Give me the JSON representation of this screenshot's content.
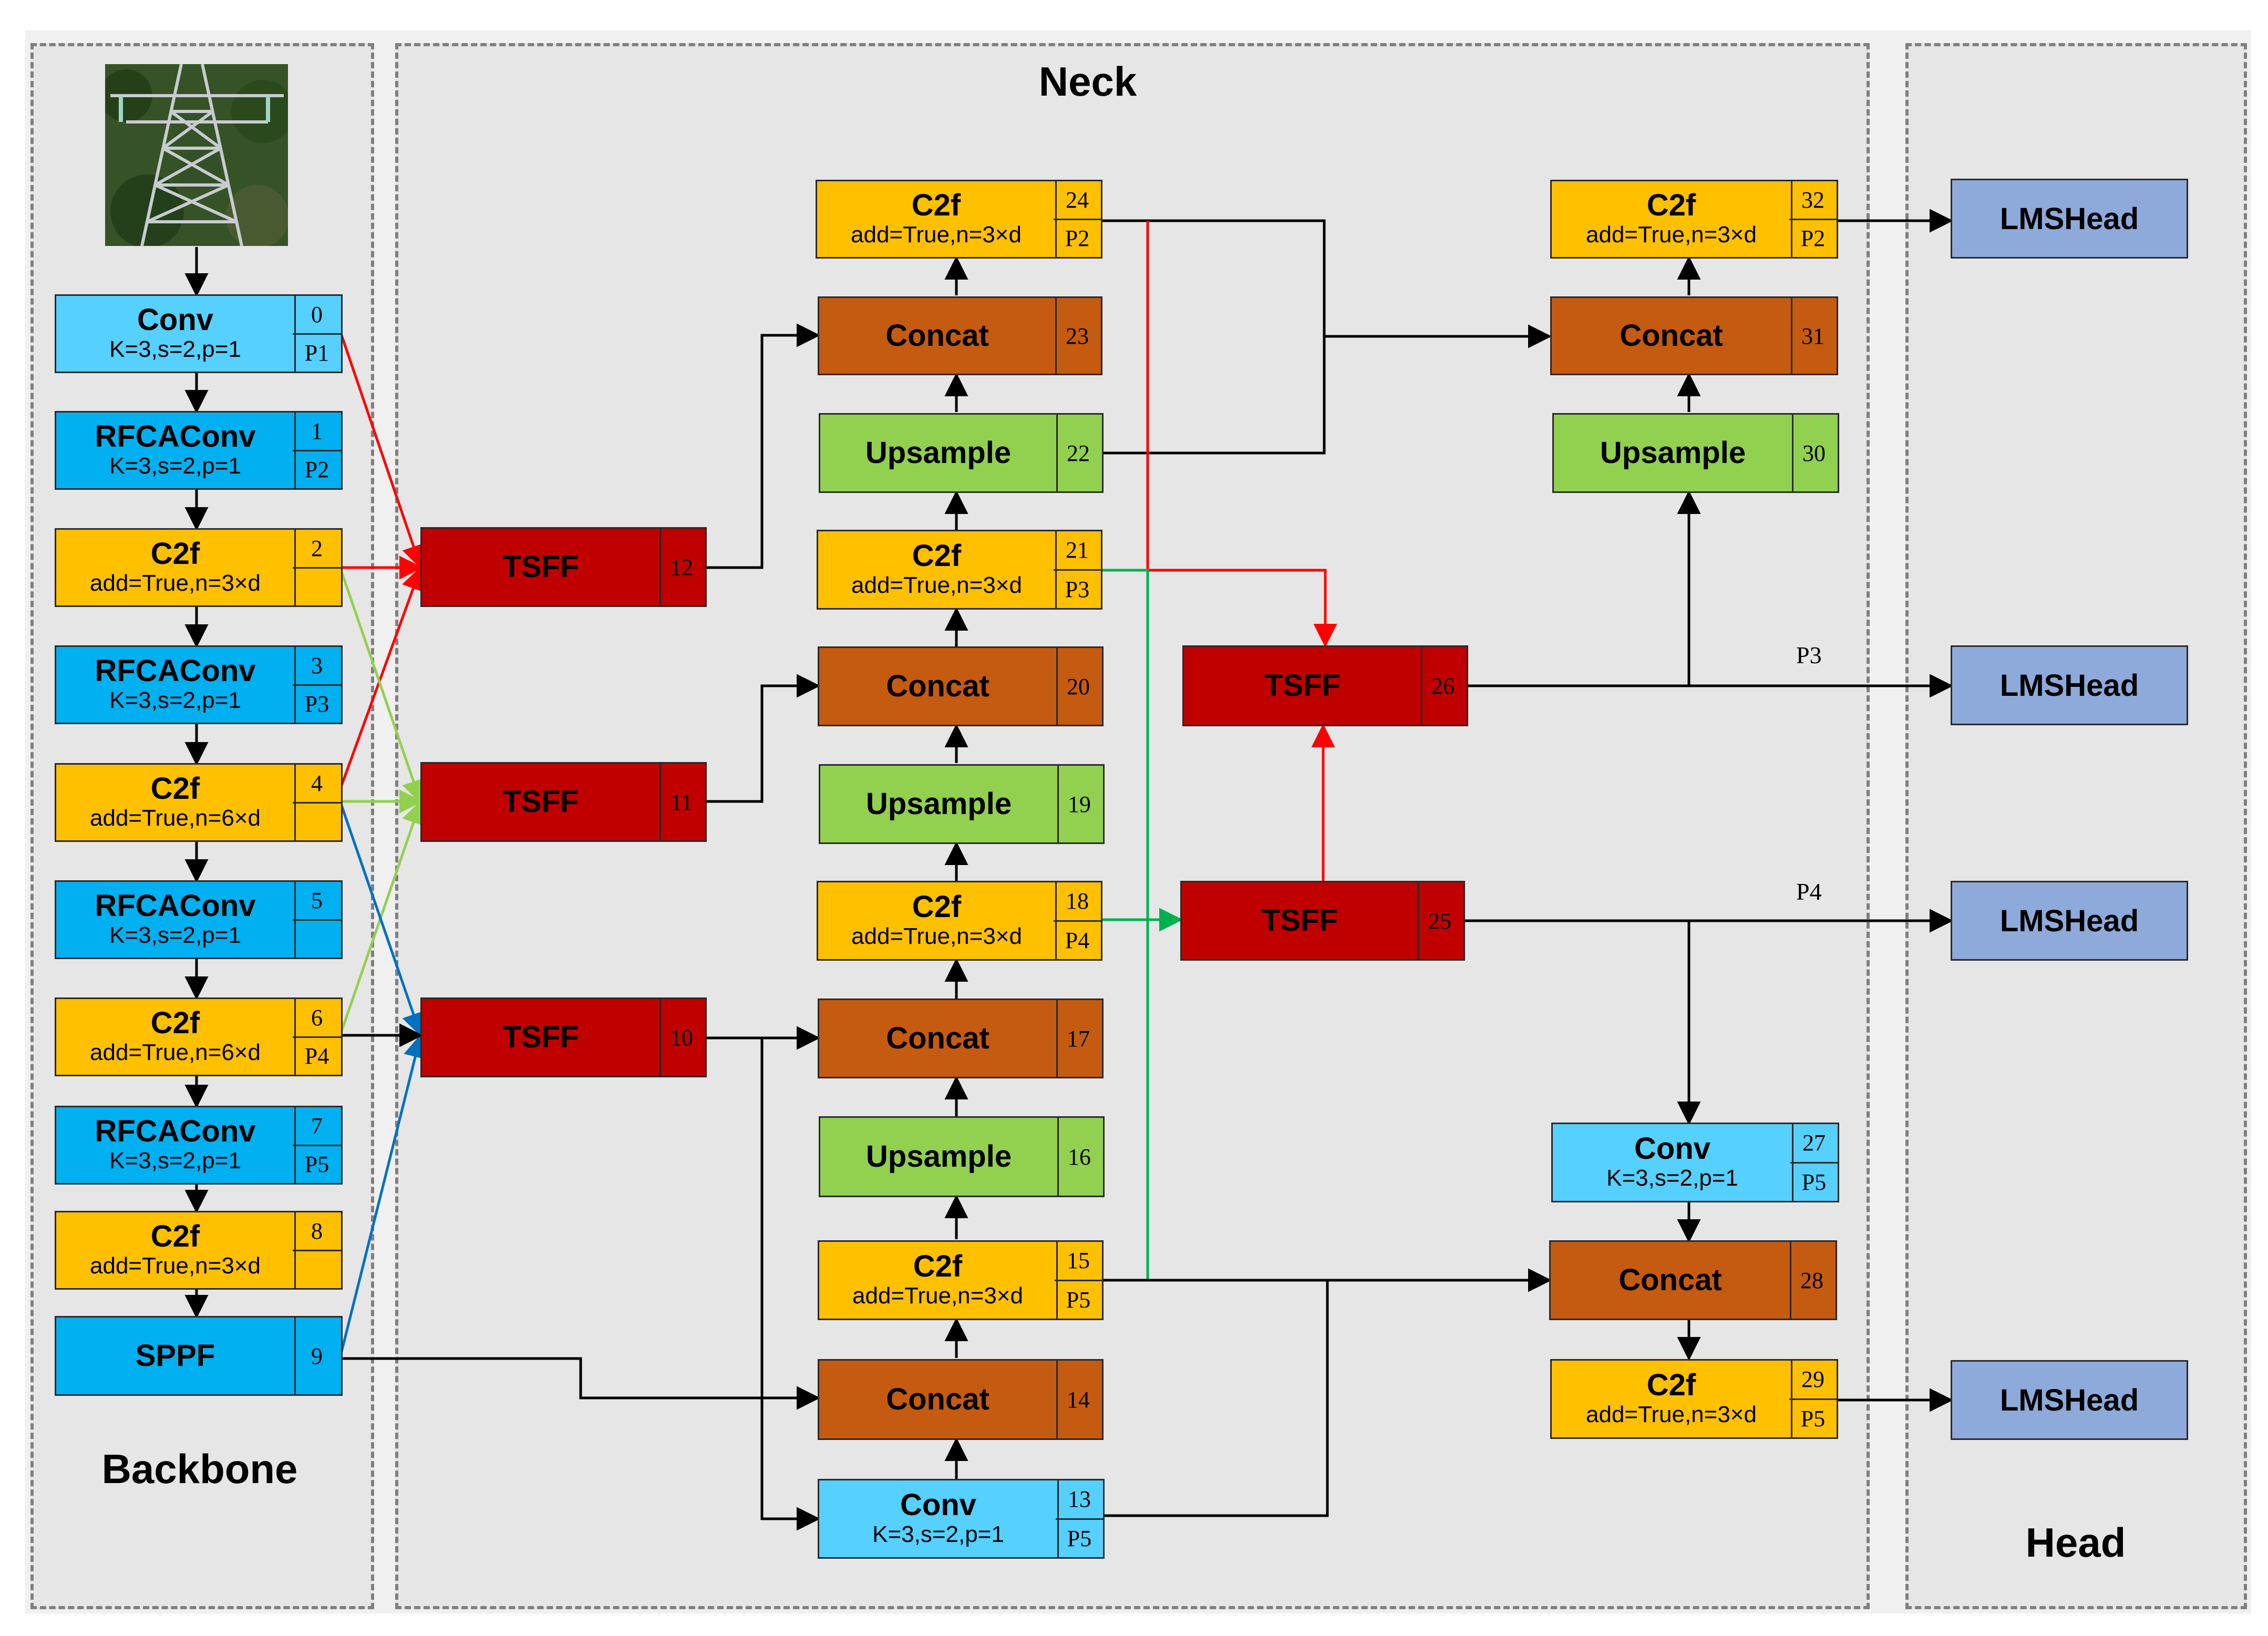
{
  "sections": {
    "backbone": "Backbone",
    "neck": "Neck",
    "head": "Head"
  },
  "colors": {
    "conv_light": "#55d0ff",
    "conv_dark": "#00b0f0",
    "c2f": "#ffc000",
    "concat": "#c55a11",
    "upsample": "#92d050",
    "tsff": "#c00000",
    "head": "#8eaadb"
  },
  "image_icon": "transmission-tower-photo-icon",
  "blocks": {
    "b0": {
      "name": "Conv",
      "params": "K=3,s=2,p=1",
      "index": "0",
      "tag": "P1"
    },
    "b1": {
      "name": "RFCAConv",
      "params": "K=3,s=2,p=1",
      "index": "1",
      "tag": "P2"
    },
    "b2": {
      "name": "C2f",
      "params": "add=True,n=3×d",
      "index": "2",
      "tag": ""
    },
    "b3": {
      "name": "RFCAConv",
      "params": "K=3,s=2,p=1",
      "index": "3",
      "tag": "P3"
    },
    "b4": {
      "name": "C2f",
      "params": "add=True,n=6×d",
      "index": "4",
      "tag": ""
    },
    "b5": {
      "name": "RFCAConv",
      "params": "K=3,s=2,p=1",
      "index": "5",
      "tag": ""
    },
    "b6": {
      "name": "C2f",
      "params": "add=True,n=6×d",
      "index": "6",
      "tag": "P4"
    },
    "b7": {
      "name": "RFCAConv",
      "params": "K=3,s=2,p=1",
      "index": "7",
      "tag": "P5"
    },
    "b8": {
      "name": "C2f",
      "params": "add=True,n=3×d",
      "index": "8",
      "tag": ""
    },
    "b9": {
      "name": "SPPF",
      "params": "",
      "index": "9"
    },
    "b10": {
      "name": "TSFF",
      "params": "",
      "index": "10"
    },
    "b11": {
      "name": "TSFF",
      "params": "",
      "index": "11"
    },
    "b12": {
      "name": "TSFF",
      "params": "",
      "index": "12"
    },
    "b13": {
      "name": "Conv",
      "params": "K=3,s=2,p=1",
      "index": "13",
      "tag": "P5"
    },
    "b14": {
      "name": "Concat",
      "params": "",
      "index": "14"
    },
    "b15": {
      "name": "C2f",
      "params": "add=True,n=3×d",
      "index": "15",
      "tag": "P5"
    },
    "b16": {
      "name": "Upsample",
      "params": "",
      "index": "16"
    },
    "b17": {
      "name": "Concat",
      "params": "",
      "index": "17"
    },
    "b18": {
      "name": "C2f",
      "params": "add=True,n=3×d",
      "index": "18",
      "tag": "P4"
    },
    "b19": {
      "name": "Upsample",
      "params": "",
      "index": "19"
    },
    "b20": {
      "name": "Concat",
      "params": "",
      "index": "20"
    },
    "b21": {
      "name": "C2f",
      "params": "add=True,n=3×d",
      "index": "21",
      "tag": "P3"
    },
    "b22": {
      "name": "Upsample",
      "params": "",
      "index": "22"
    },
    "b23": {
      "name": "Concat",
      "params": "",
      "index": "23"
    },
    "b24": {
      "name": "C2f",
      "params": "add=True,n=3×d",
      "index": "24",
      "tag": "P2"
    },
    "b25": {
      "name": "TSFF",
      "params": "",
      "index": "25"
    },
    "b26": {
      "name": "TSFF",
      "params": "",
      "index": "26"
    },
    "b27": {
      "name": "Conv",
      "params": "K=3,s=2,p=1",
      "index": "27",
      "tag": "P5"
    },
    "b28": {
      "name": "Concat",
      "params": "",
      "index": "28"
    },
    "b29": {
      "name": "C2f",
      "params": "add=True,n=3×d",
      "index": "29",
      "tag": "P5"
    },
    "b30": {
      "name": "Upsample",
      "params": "",
      "index": "30"
    },
    "b31": {
      "name": "Concat",
      "params": "",
      "index": "31"
    },
    "b32": {
      "name": "C2f",
      "params": "add=True,n=3×d",
      "index": "32",
      "tag": "P2"
    }
  },
  "heads": [
    "LMSHead",
    "LMSHead",
    "LMSHead",
    "LMSHead"
  ],
  "edge_labels": {
    "p3": "P3",
    "p4": "P4"
  }
}
